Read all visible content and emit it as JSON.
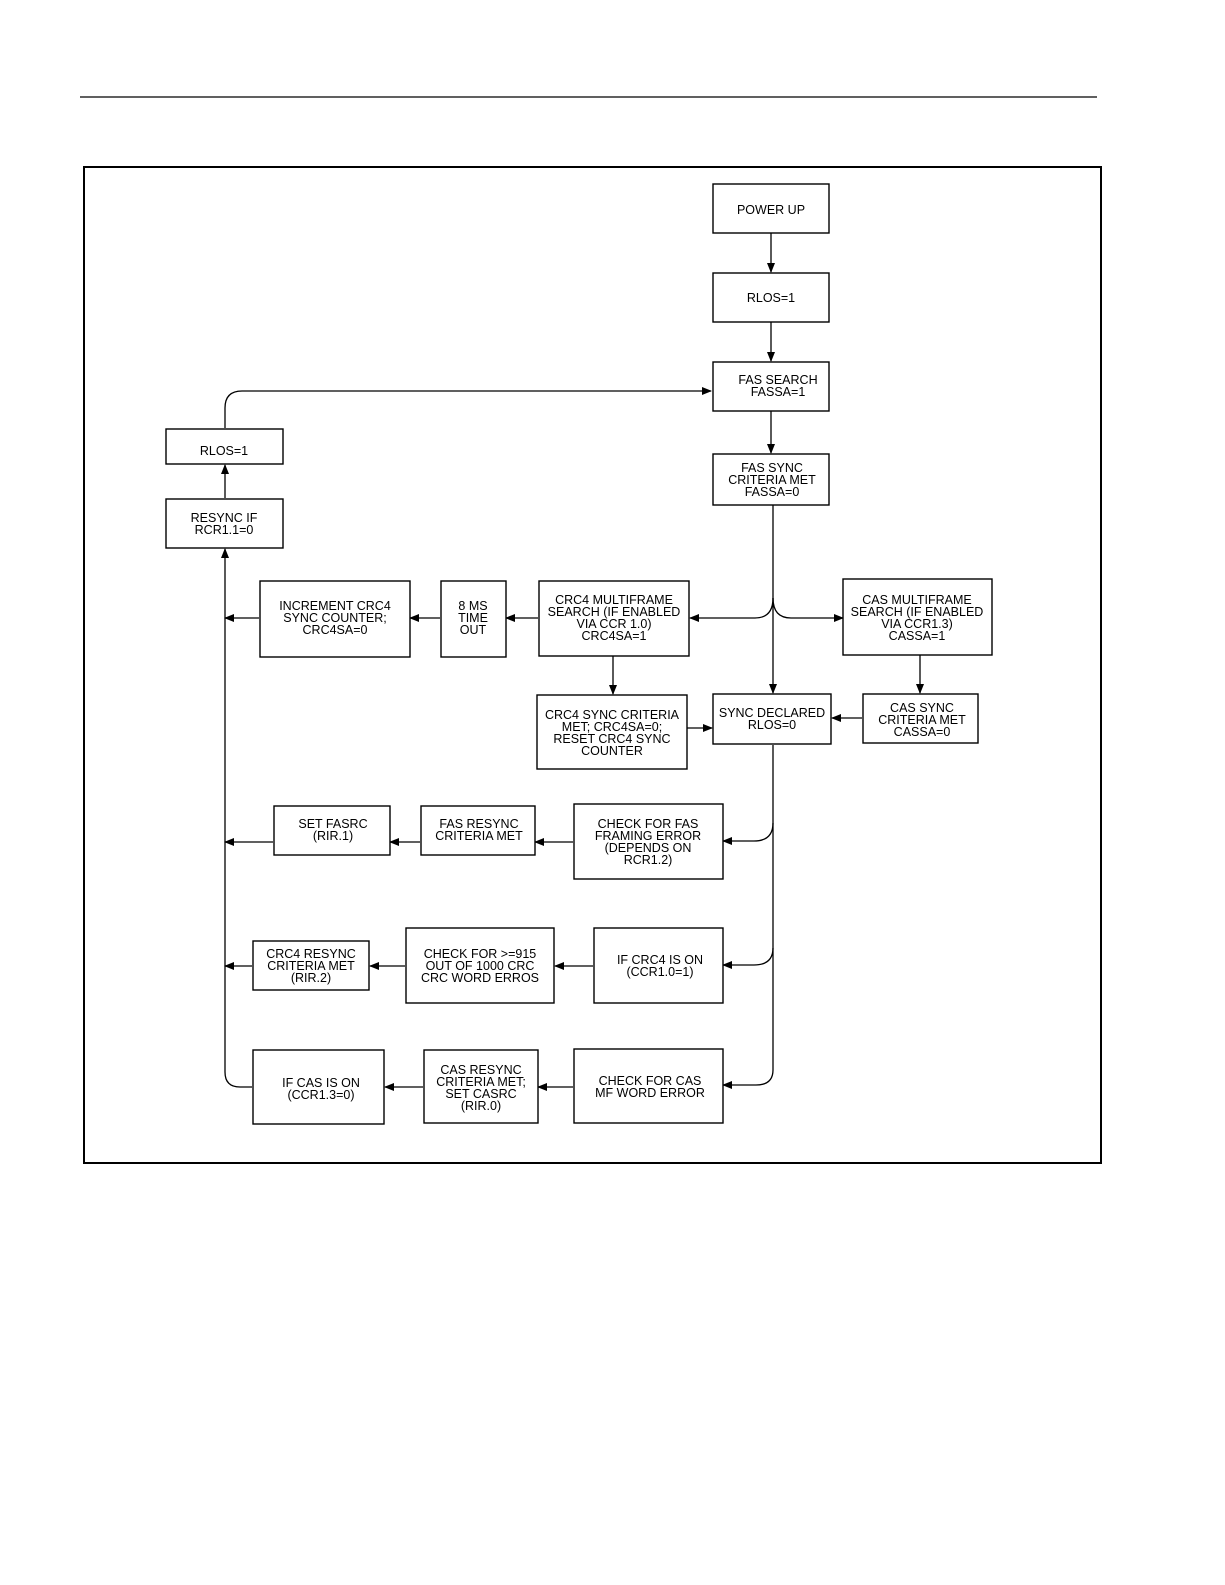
{
  "nodes": {
    "power_up": [
      "POWER UP"
    ],
    "rlos_top": [
      "RLOS=1"
    ],
    "fas_search": [
      "FAS SEARCH",
      "FASSA=1"
    ],
    "rlos_left": [
      "RLOS=1"
    ],
    "fas_sync": [
      "FAS SYNC",
      "CRITERIA MET",
      "FASSA=0"
    ],
    "resync_if": [
      "RESYNC IF",
      "RCR1.1=0"
    ],
    "increment_crc4": [
      "INCREMENT CRC4",
      "SYNC COUNTER;",
      "CRC4SA=0"
    ],
    "timeout": [
      "8 MS",
      "TIME",
      "OUT"
    ],
    "crc4_mf_search": [
      "CRC4 MULTIFRAME",
      "SEARCH (IF ENABLED",
      "VIA CCR 1.0)",
      "CRC4SA=1"
    ],
    "cas_mf_search": [
      "CAS MULTIFRAME",
      "SEARCH (IF ENABLED",
      "VIA CCR1.3)",
      "CASSA=1"
    ],
    "crc4_sync_met": [
      "CRC4 SYNC CRITERIA",
      "MET; CRC4SA=0;",
      "RESET CRC4 SYNC",
      "COUNTER"
    ],
    "sync_declared": [
      "SYNC DECLARED",
      "RLOS=0"
    ],
    "cas_sync_met": [
      "CAS SYNC",
      "CRITERIA MET",
      "CASSA=0"
    ],
    "set_fasrc": [
      "SET FASRC",
      "(RIR.1)"
    ],
    "fas_resync_met": [
      "FAS RESYNC",
      "CRITERIA MET"
    ],
    "check_fas_error": [
      "CHECK FOR FAS",
      "FRAMING ERROR",
      "(DEPENDS ON",
      "RCR1.2)"
    ],
    "crc4_resync_met": [
      "CRC4 RESYNC",
      "CRITERIA MET",
      "(RIR.2)"
    ],
    "check_915": [
      "CHECK FOR >=915",
      "OUT OF 1000 CRC",
      "CRC WORD ERROS"
    ],
    "if_crc4_on": [
      "IF CRC4 IS ON",
      "(CCR1.0=1)"
    ],
    "if_cas_on": [
      "IF CAS IS ON",
      "(CCR1.3=0)"
    ],
    "cas_resync_met": [
      "CAS RESYNC",
      "CRITERIA MET;",
      "SET CASRC",
      "(RIR.0)"
    ],
    "check_cas_mf": [
      "CHECK FOR CAS",
      "MF WORD ERROR"
    ]
  }
}
